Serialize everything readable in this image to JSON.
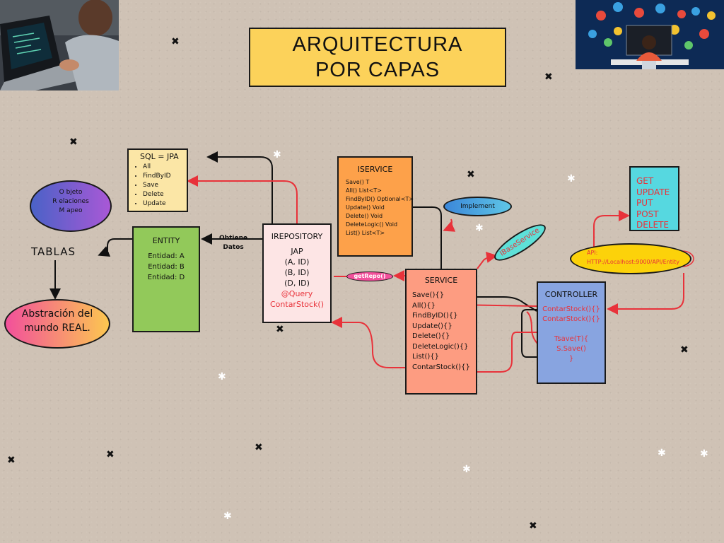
{
  "title": "ARQUITECTURA POR CAPAS",
  "sql_box": {
    "heading": "SQL = JPA",
    "items": [
      "All",
      "FindByID",
      "Save",
      "Delete",
      "Update"
    ]
  },
  "orm": {
    "lines": [
      "O bjeto",
      "R elaciones",
      "M apeo"
    ]
  },
  "tablas": "TABLAS",
  "abstraccion": {
    "line1": "Abstración del",
    "line2": "mundo REAL."
  },
  "entity": {
    "heading": "ENTITY",
    "rows": [
      "Entidad: A",
      "Entidad: B",
      "Entidad: D"
    ]
  },
  "obtiene": {
    "line1": "Obtiene",
    "line2": "Datos"
  },
  "irepository": {
    "heading": "IREPOSITORY",
    "rows": [
      "JAP",
      "(A, ID)",
      "(B, ID)",
      "(D, ID)"
    ],
    "query": "@Query",
    "count": "ContarStock()"
  },
  "iservice": {
    "heading": "ISERVICE",
    "rows": [
      "Save()    T",
      "All()     List<T>",
      "FindByID()  Optional<T>",
      "Update()   Void",
      "Delete()   Void",
      "DeleteLogic()   Void",
      "List()   List<T>"
    ]
  },
  "implement": "Implement",
  "ibaseservice": "IBaseService",
  "getrepo": "getRepo()",
  "service": {
    "heading": "SERVICE",
    "rows": [
      "Save(){}",
      "All(){}",
      "FindByID(){}",
      "Update(){}",
      "Delete(){}",
      "DeleteLogic(){}",
      "List(){}",
      "ContarStock(){}"
    ]
  },
  "controller": {
    "heading": "CONTROLLER",
    "rows": [
      "ContarStock(){}",
      "ContarStock(){}"
    ],
    "tsave": "Tsave(T){",
    "ssave": "S.Save()",
    "close": "}"
  },
  "http": {
    "methods": [
      "GET",
      "UPDATE",
      "PUT",
      "POST",
      "DELETE"
    ]
  },
  "api": {
    "line1": "API:",
    "line2": "HTTP://Localhost:9000/API/Entity"
  },
  "colors": {
    "title": "#fcd25a",
    "entity": "#92c95a",
    "service": "#fd9c81",
    "iservice": "#fda14a",
    "controller": "#88a4e0",
    "http": "#56d8e0",
    "arrow_red": "#e8323a"
  }
}
